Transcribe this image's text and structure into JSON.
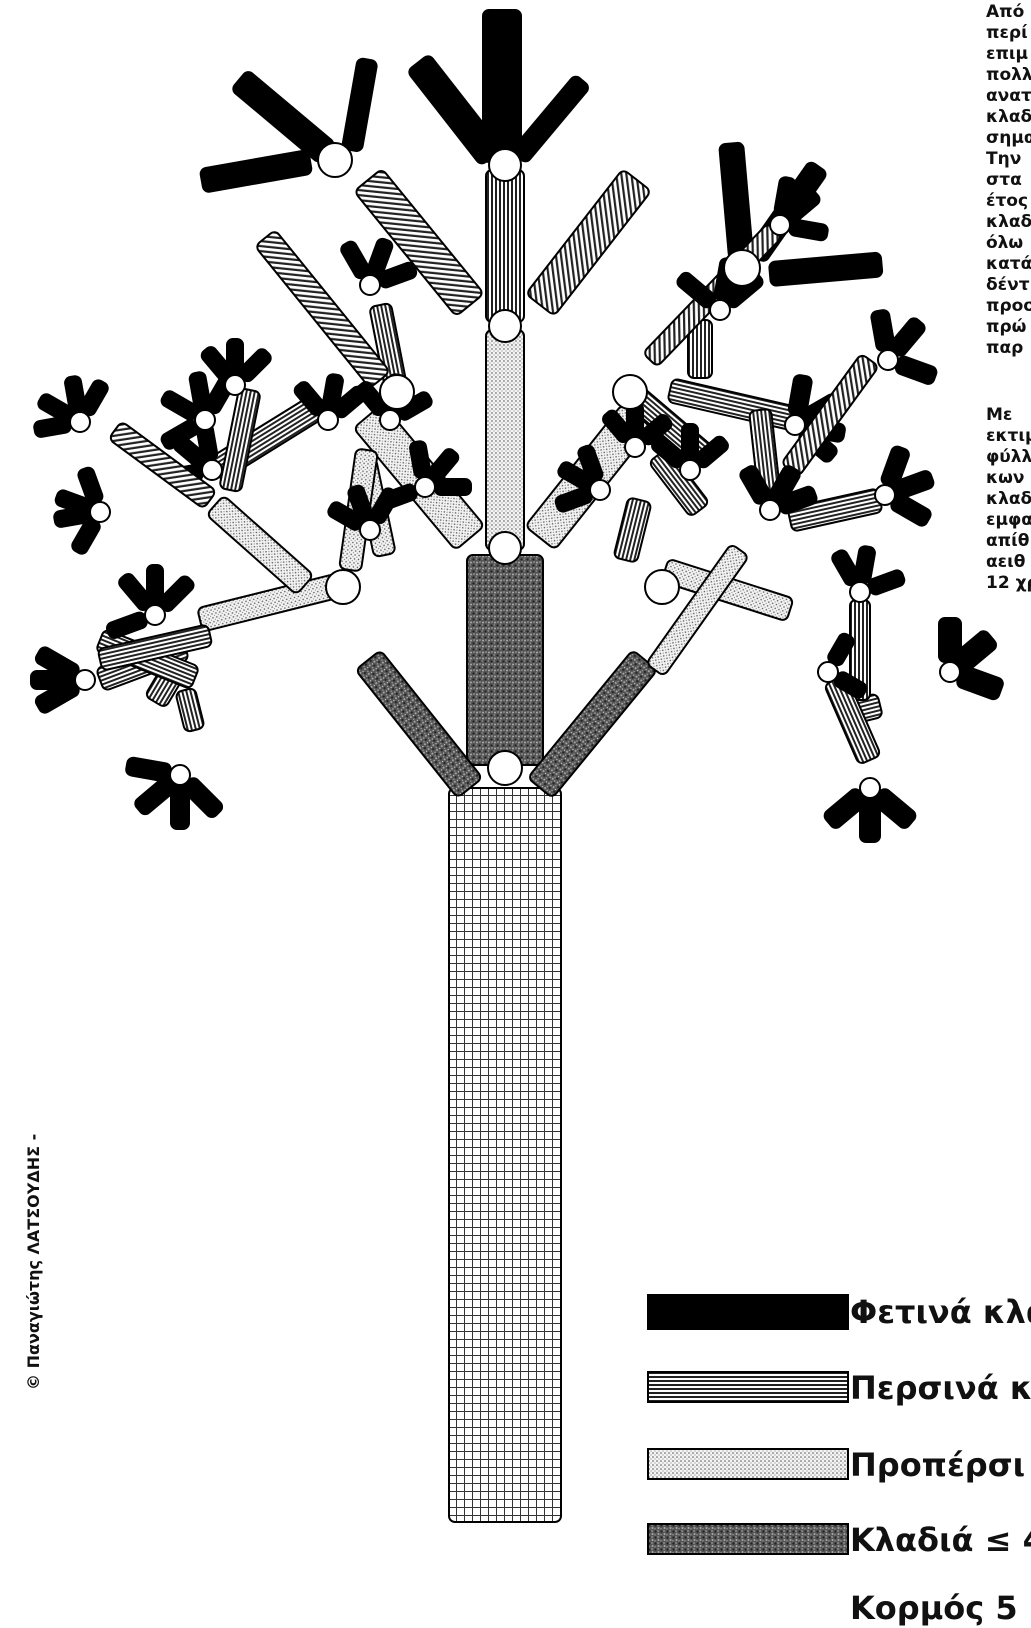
{
  "paragraph_1": [
    "Από",
    "περί",
    "επιμ",
    "πολλ",
    "ανατ",
    "κλαδ",
    "σημα",
    "Την",
    "στα",
    "έτος",
    "κλαδ",
    "όλω",
    "κατά",
    "δέντ",
    "προσ",
    "πρώ",
    "παρ"
  ],
  "paragraph_2": [
    "Με",
    "εκτιμ",
    "φύλλ",
    "κων",
    "κλαδ",
    "εμφα",
    "απίθ",
    "αειθ",
    "12 χρ"
  ],
  "legend": [
    {
      "label": "Φετινά κλα",
      "pattern": "solid"
    },
    {
      "label": "Περσινά κ",
      "pattern": "hlines"
    },
    {
      "label": "Προπέρσι",
      "pattern": "dots"
    },
    {
      "label": "Κλαδιά ≤ 4",
      "pattern": "texture"
    },
    {
      "label": "Κορμός 5",
      "pattern": "grid"
    }
  ],
  "copyright": "© Παναγιώτης ΛΑΤΣΟΥΔΗΣ -"
}
